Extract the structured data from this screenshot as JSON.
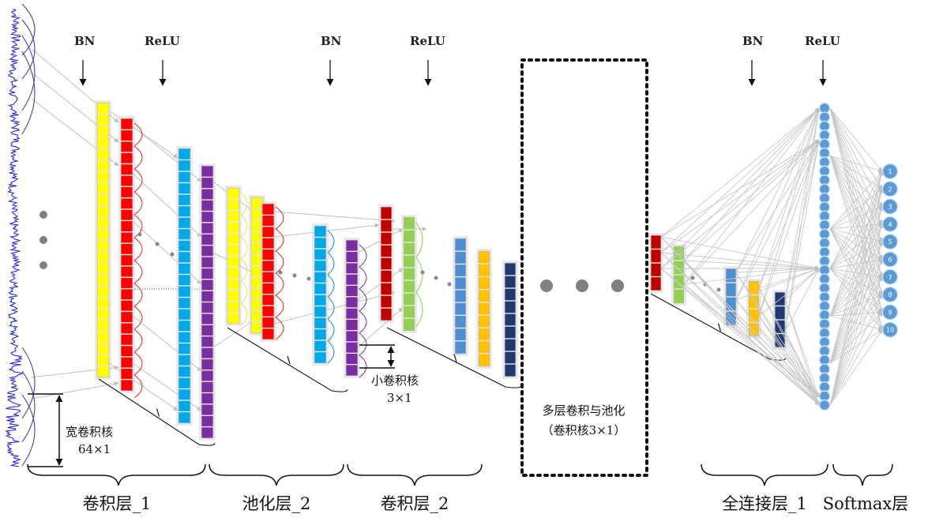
{
  "labels": {
    "bn": "BN",
    "relu": "ReLU",
    "wide_kernel_line1": "宽卷积核",
    "wide_kernel_line2": "64×1",
    "small_kernel_line1": "小卷积核",
    "small_kernel_line2": "3×1",
    "multi_layer_line1": "多层卷积与池化",
    "multi_layer_line2": "（卷积核3×1）"
  },
  "layers": [
    {
      "id": "conv1",
      "label": "卷积层_1"
    },
    {
      "id": "pool2",
      "label": "池化层_2"
    },
    {
      "id": "conv2",
      "label": "卷积层_2"
    },
    {
      "id": "fc1",
      "label": "全连接层_1"
    },
    {
      "id": "softmax",
      "label": "Softmax层"
    }
  ],
  "output_nodes": [
    "1",
    "2",
    "3",
    "4",
    "5",
    "6",
    "7",
    "8",
    "9",
    "10"
  ],
  "colors": {
    "signal": "#1a1ad8",
    "yellow": "#ffff00",
    "red": "#ff0000",
    "cyan": "#00a8e8",
    "purple": "#7b2ca0",
    "darkred": "#c00000",
    "green": "#92d050",
    "steelblue": "#4f8fd0",
    "orange": "#ffc000",
    "navy": "#1f3871",
    "node": "#5b9bd5",
    "arrow": "#bfbfbf"
  }
}
